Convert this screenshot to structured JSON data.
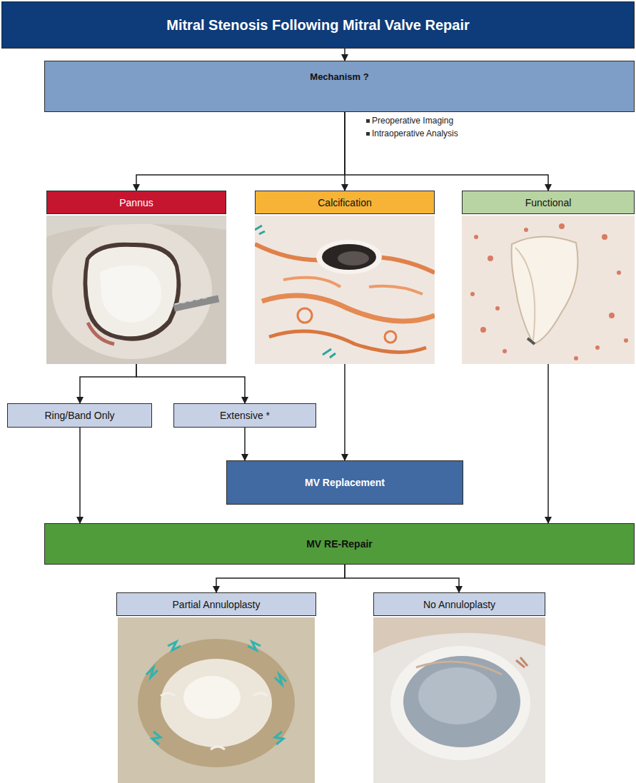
{
  "diagram": {
    "nodes": [
      {
        "text": [
          "Mitral Stenosis Following Mitral Valve Repair"
        ]
      },
      {
        "text": [
          "Mechanism ?"
        ]
      },
      {
        "text": [
          "Pannus"
        ]
      },
      {
        "text": [
          "Calcification"
        ]
      },
      {
        "text": [
          "Functional"
        ]
      },
      {
        "text": [
          "Ring/Band Only"
        ]
      },
      {
        "text": [
          "Extensive *"
        ]
      },
      {
        "text": [
          "MV Replacement"
        ]
      },
      {
        "text": [
          "MV RE-Repair"
        ]
      },
      {
        "text": [
          "Partial Annuloplasty"
        ]
      },
      {
        "text": [
          "No Annuloplasty"
        ]
      }
    ],
    "edges": [
      {
        "from": 0,
        "to": 1,
        "arrow": "to"
      },
      {
        "from": 1,
        "to": 2,
        "arrow": "to"
      },
      {
        "from": 1,
        "to": 3,
        "arrow": "to"
      },
      {
        "from": 1,
        "to": 4,
        "arrow": "to"
      },
      {
        "from": 2,
        "to": 5,
        "arrow": "to"
      },
      {
        "from": 2,
        "to": 6,
        "arrow": "to"
      },
      {
        "from": 6,
        "to": 7,
        "arrow": "to"
      },
      {
        "from": 3,
        "to": 7,
        "arrow": "to"
      },
      {
        "from": 5,
        "to": 8,
        "arrow": "to"
      },
      {
        "from": 4,
        "to": 8,
        "arrow": "to"
      },
      {
        "from": 8,
        "to": 9,
        "arrow": "to"
      },
      {
        "from": 8,
        "to": 10,
        "arrow": "to"
      }
    ],
    "labels": [
      "Preoperative Imaging",
      "Intraoperative Analysis"
    ]
  }
}
